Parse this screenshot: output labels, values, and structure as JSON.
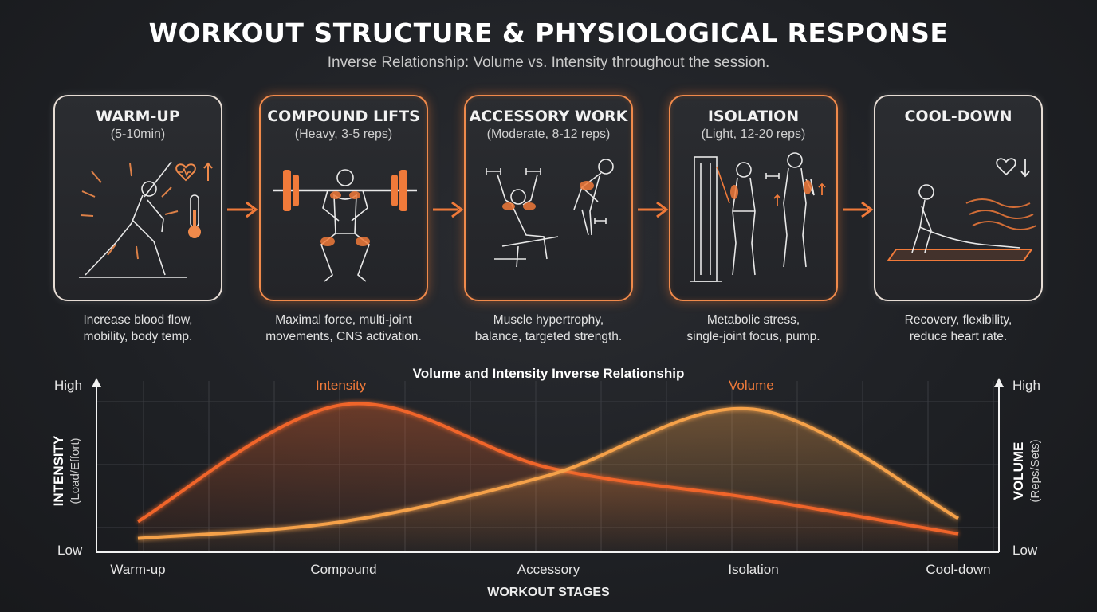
{
  "header": {
    "title": "WORKOUT STRUCTURE & PHYSIOLOGICAL RESPONSE",
    "subtitle": "Inverse Relationship: Volume vs. Intensity throughout the session."
  },
  "stages": [
    {
      "name": "WARM-UP",
      "detail": "(5-10min)",
      "desc_line1": "Increase blood flow,",
      "desc_line2": "mobility, body temp.",
      "icon": "stretching-figure-with-heart-and-thermometer-icon"
    },
    {
      "name": "COMPOUND LIFTS",
      "detail": "(Heavy, 3-5 reps)",
      "desc_line1": "Maximal force, multi-joint",
      "desc_line2": "movements, CNS activation.",
      "icon": "barbell-squat-figure-icon"
    },
    {
      "name": "ACCESSORY WORK",
      "detail": "(Moderate, 8-12 reps)",
      "desc_line1": "Muscle hypertrophy,",
      "desc_line2": "balance, targeted strength.",
      "icon": "dumbbell-press-and-row-figures-icon"
    },
    {
      "name": "ISOLATION",
      "detail": "(Light, 12-20 reps)",
      "desc_line1": "Metabolic stress,",
      "desc_line2": "single-joint focus, pump.",
      "icon": "cable-machine-and-curl-figures-icon"
    },
    {
      "name": "COOL-DOWN",
      "detail": "",
      "desc_line1": "Recovery, flexibility,",
      "desc_line2": "reduce heart rate.",
      "icon": "yoga-stretch-figure-with-heart-icon"
    }
  ],
  "chart_data": {
    "type": "line",
    "title": "Volume and Intensity Inverse Relationship",
    "categories": [
      "Warm-up",
      "Compound",
      "Accessory",
      "Isolation",
      "Cool-down"
    ],
    "xlabel": "WORKOUT STAGES",
    "y_left": {
      "label": "INTENSITY",
      "sublabel": "(Load/Effort)",
      "high": "High",
      "low": "Low"
    },
    "y_right": {
      "label": "VOLUME",
      "sublabel": "(Reps/Sets)",
      "high": "High",
      "low": "Low"
    },
    "ylim": [
      0,
      1
    ],
    "grid": true,
    "series": [
      {
        "name": "Intensity",
        "values": [
          0.2,
          0.96,
          0.55,
          0.35,
          0.12
        ],
        "color": "#f0652a"
      },
      {
        "name": "Volume",
        "values": [
          0.09,
          0.2,
          0.5,
          0.93,
          0.22
        ],
        "color": "#f5a14a"
      }
    ]
  },
  "colors": {
    "accent": "#f07a3a",
    "background": "#1e2024"
  }
}
